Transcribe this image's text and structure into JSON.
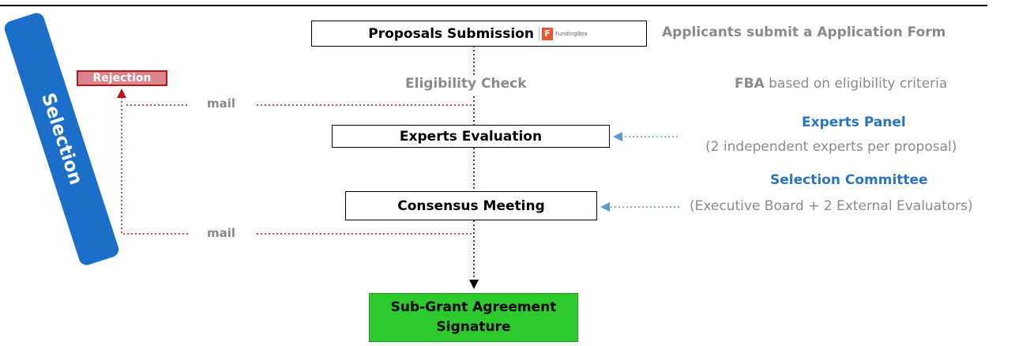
{
  "process": {
    "steps": {
      "proposals_submission": "Proposals Submission",
      "eligibility_check": "Eligibility Check",
      "experts_evaluation": "Experts Evaluation",
      "consensus_meeting": "Consensus Meeting",
      "sub_grant_line1": "Sub-Grant Agreement",
      "sub_grant_line2": "Signature"
    },
    "logo": {
      "name": "FundingBox",
      "letter": "F"
    }
  },
  "phase": {
    "label": "Selection"
  },
  "rejection": {
    "label": "Rejection",
    "mail_top": "mail",
    "mail_bottom": "mail"
  },
  "descriptions": {
    "applicants": "Applicants submit a Application Form",
    "fba_bold": "FBA",
    "fba_rest": "based on eligibility criteria",
    "experts_panel_title": "Experts Panel",
    "experts_panel_detail": "(2 independent experts per proposal)",
    "committee_title": "Selection Committee",
    "committee_detail": "(Executive Board + 2 External Evaluators)"
  },
  "colors": {
    "selection_blue": "#1b6fc8",
    "rejection_red": "#b4151f",
    "rejection_fill": "#d8868b",
    "final_green": "#2dc92d",
    "arrow_blue": "#5b9bd5",
    "gray_text": "#8a8a8a"
  }
}
